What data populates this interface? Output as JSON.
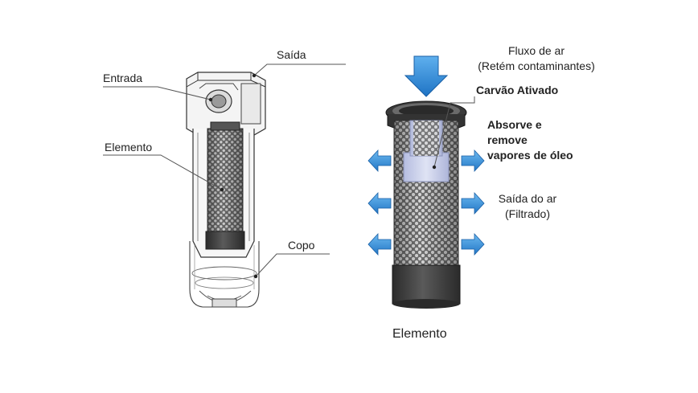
{
  "left_diagram": {
    "labels": {
      "saida": "Saída",
      "entrada": "Entrada",
      "elemento": "Elemento",
      "copo": "Copo"
    }
  },
  "right_diagram": {
    "airflow_in_line1": "Fluxo de ar",
    "airflow_in_line2": "(Retém contaminantes)",
    "carbon_title": "Carvão Ativado",
    "carbon_desc_line1": "Absorve e",
    "carbon_desc_line2": "remove",
    "carbon_desc_line3": "vapores de óleo",
    "outlet_line1": "Saída do ar",
    "outlet_line2": "(Filtrado)",
    "caption": "Elemento"
  },
  "colors": {
    "arrow_blue": "#3a8fd8",
    "mesh_gray": "#8a8a8a",
    "cap_dark": "#3c3c3c",
    "carbon_lilac": "#c4cbe6"
  }
}
